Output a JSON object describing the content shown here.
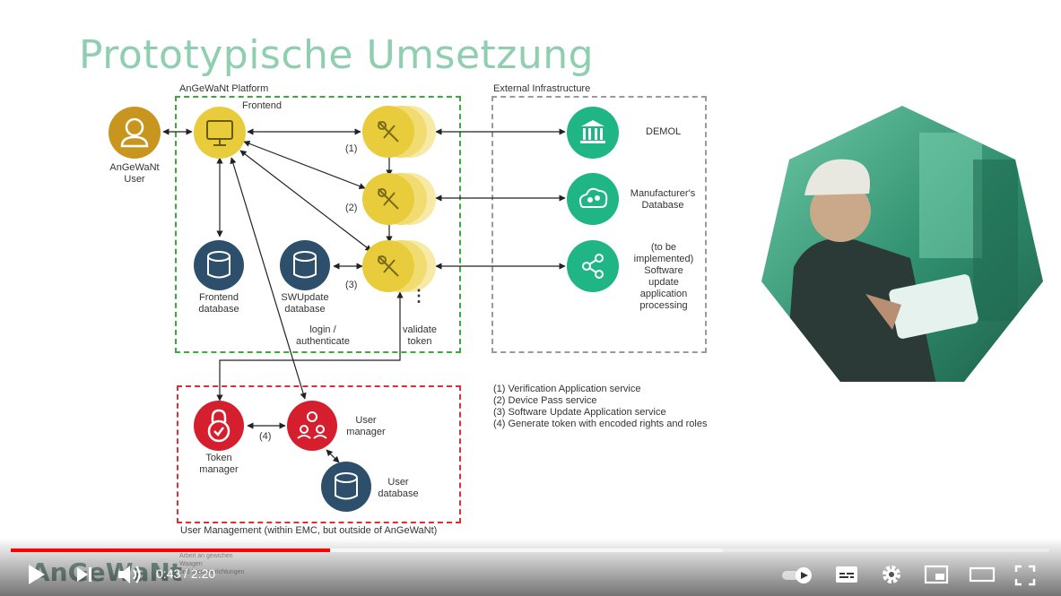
{
  "slide": {
    "title": "Prototypische Umsetzung",
    "platform_label": "AnGeWaNt Platform",
    "external_label": "External Infrastructure",
    "user_mgmt_label": "User Management (within EMC, but outside of AnGeWaNt)",
    "user_label_1": "AnGeWaNt",
    "user_label_2": "User",
    "frontend_label": "Frontend",
    "frontend_db_1": "Frontend",
    "frontend_db_2": "database",
    "swupdate_db_1": "SWUpdate",
    "swupdate_db_2": "database",
    "svc1_num": "(1)",
    "svc2_num": "(2)",
    "svc3_num": "(3)",
    "svc3_dots": "⋮",
    "login_1": "login /",
    "login_2": "authenticate",
    "validate_1": "validate",
    "validate_2": "token",
    "demol": "DEMOL",
    "manu_1": "Manufacturer's",
    "manu_2": "Database",
    "sw_1": "(to be",
    "sw_2": "implemented)",
    "sw_3": "Software",
    "sw_4": "update",
    "sw_5": "application",
    "sw_6": "processing",
    "legend_1": "(1) Verification Application service",
    "legend_2": "(2) Device Pass service",
    "legend_3": "(3) Software Update Application service",
    "legend_4": "(4) Generate token with encoded rights and roles",
    "token_1": "Token",
    "token_2": "manager",
    "step4": "(4)",
    "usermgr_1": "User",
    "usermgr_2": "manager",
    "userdb_1": "User",
    "userdb_2": "database",
    "logo_text": "AnGeWaNt",
    "logo_sub_1": "Arbeit an gewichen Waagen",
    "logo_sub_2": "und Messeinrichtungen"
  },
  "player": {
    "time_current": "0:43",
    "time_separator": "/",
    "time_total": "2:20",
    "progress_fraction": 0.307,
    "buffered_fraction": 0.686,
    "autoplay_state": "on"
  },
  "icons": [
    "play-icon",
    "next-icon",
    "volume-icon",
    "autoplay-toggle-icon",
    "subtitles-icon",
    "settings-gear-icon",
    "miniplayer-icon",
    "theater-mode-icon",
    "fullscreen-icon"
  ],
  "colors": {
    "accent_red": "#ff0000",
    "title_green": "#8fcfb0",
    "node_yellow": "#e8cc3c",
    "node_navy": "#2d4f6c",
    "node_teal": "#1fb585",
    "node_red": "#d61f2e",
    "user_gold": "#c8951f",
    "platform_border": "#3aaa3a",
    "external_border": "#999999",
    "usermgmt_border": "#d9303a"
  }
}
